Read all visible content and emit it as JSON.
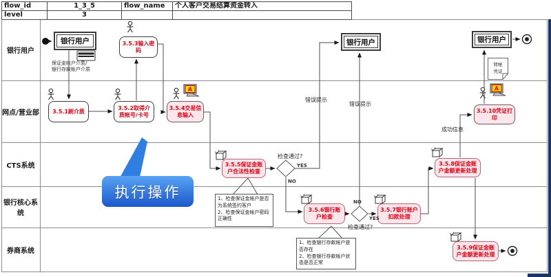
{
  "table": {
    "rows": [
      {
        "c1": "flow_id",
        "c2": "1_3_5",
        "c3": "flow_name",
        "c4": "个人客户交易结算资金转入"
      },
      {
        "c1": "level",
        "c2": "3",
        "c3": "",
        "c4": ""
      }
    ]
  },
  "lanes": [
    {
      "label": "银行用户"
    },
    {
      "label": "网点/营业部"
    },
    {
      "label": "CTS系统"
    },
    {
      "label": "银行核心系统"
    },
    {
      "label": "券商系统"
    }
  ],
  "nodes": {
    "bank_user_top": {
      "label": "银行用户"
    },
    "bank_user_mid": {
      "label": "银行用户"
    },
    "bank_user_right": {
      "label": "银行用户"
    },
    "n351": {
      "label": "3.5.1刷介质"
    },
    "n352": {
      "label": "3.5.2取得介质帐号/卡号"
    },
    "n353": {
      "label": "3.5.3输入密码"
    },
    "n354": {
      "label": "3.5.4交易信息输入"
    },
    "n355": {
      "label": "3.5.5保证金账户合法性检查"
    },
    "n356": {
      "label": "3.5.6银行账户检查"
    },
    "n357": {
      "label": "3.5.7银行账户扣款处理"
    },
    "n358": {
      "label": "3.5.8保证金账户金额更新处理"
    },
    "n359": {
      "label": "3.5.9保证金账户金额更新处理"
    },
    "n3510": {
      "label": "3.5.10凭证打印"
    }
  },
  "annotations": {
    "media_note": "保证金帐户介质/\n银行存款帐户介质",
    "note_cts": "1、检查保证金帐户是否为系统签约客户\n2、检查保证金帐户密码正确性",
    "note_core": "1、检查银行存款帐户是否存在\n2、检查银行存款帐户状态是否正常",
    "doc_label": "转帐\n凭证",
    "error1": "错误提示",
    "error2": "错误提示",
    "success": "成功信息",
    "check1": "检查通过?",
    "check2": "检查通过?",
    "yes1": "YES",
    "no1": "NO",
    "yes2": "YES",
    "no2": "NO",
    "terminal_a": "A"
  },
  "callout": {
    "text": "执行操作"
  },
  "colors": {
    "node_text_red": "#e60012",
    "node_fill_pink": "#fbe6ec",
    "node_border_rose": "#bb6372",
    "callout_blue_top": "#59a3f4",
    "callout_blue_bottom": "#1a58cc",
    "window_edge_navy": "#1c3663"
  }
}
